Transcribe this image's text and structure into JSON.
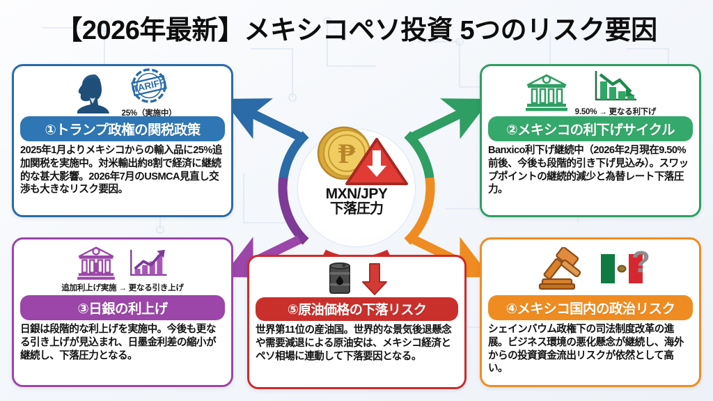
{
  "header": {
    "title": "【2026年最新】メキシコペソ投資 5つのリスク要因"
  },
  "hub": {
    "pair_label": "MXN/JPY",
    "pressure_label": "下落圧力",
    "coin_symbol": "₱",
    "warning_icon": "warning-triangle-down-arrow-icon",
    "coin_icon": "peso-coin-icon"
  },
  "colors": {
    "card1": "#2a6ba8",
    "card2": "#2e9e62",
    "card3": "#9b46a8",
    "card4": "#ef8c21",
    "card5": "#cf2a2a",
    "title": "#0d0d0d",
    "background": "#f2f6fb"
  },
  "cards": [
    {
      "id": 1,
      "banner": "①トランプ政権の関税政策",
      "accent": "#2a6ba8",
      "icon_caption": "25%（実施中）",
      "icons": [
        "trump-silhouette-icon",
        "tariff-stamp-icon"
      ],
      "body": "2025年1月よりメキシコからの輸入品に25%追加関税を実施中。対米輸出約8割で経済に継続的な甚大影響。2026年7月のUSMCA見直し交渉も大きなリスク要因。"
    },
    {
      "id": 2,
      "banner": "②メキシコの利下げサイクル",
      "accent": "#2e9e62",
      "icon_caption": "9.50% → 更なる利下げ",
      "icons": [
        "central-bank-icon",
        "declining-bar-chart-icon"
      ],
      "body": "Banxico利下げ継続中（2026年2月現在9.50%前後、今後も段階的引き下げ見込み）。スワップポイントの継続的減少と為替レート下落圧力。"
    },
    {
      "id": 3,
      "banner": "③日銀の利上げ",
      "accent": "#9b46a8",
      "icon_caption": "追加利上げ実施 → 更なる引き上げ",
      "icons": [
        "central-bank-icon",
        "rising-bar-chart-icon"
      ],
      "body": "日銀は段階的な利上げを実施中。今後も更なる引き上げが見込まれ、日墨金利差の縮小が継続し、下落圧力となる。"
    },
    {
      "id": 4,
      "banner": "④メキシコ国内の政治リスク",
      "accent": "#ef8c21",
      "icon_caption": "",
      "icons": [
        "gavel-icon",
        "mexico-flag-icon",
        "question-mark-icon"
      ],
      "body": "シェインバウム政権下の司法制度改革の進展。ビジネス環境の悪化懸念が継続し、海外からの投資資金流出リスクが依然として高い。"
    },
    {
      "id": 5,
      "banner": "⑤原油価格の下落リスク",
      "accent": "#cf2a2a",
      "icon_caption": "",
      "icons": [
        "oil-barrel-icon",
        "down-arrow-icon"
      ],
      "body": "世界第11位の産油国。世界的な景気後退懸念や需要減退による原油安は、メキシコ経済とペソ相場に連動して下落要因となる。"
    }
  ]
}
